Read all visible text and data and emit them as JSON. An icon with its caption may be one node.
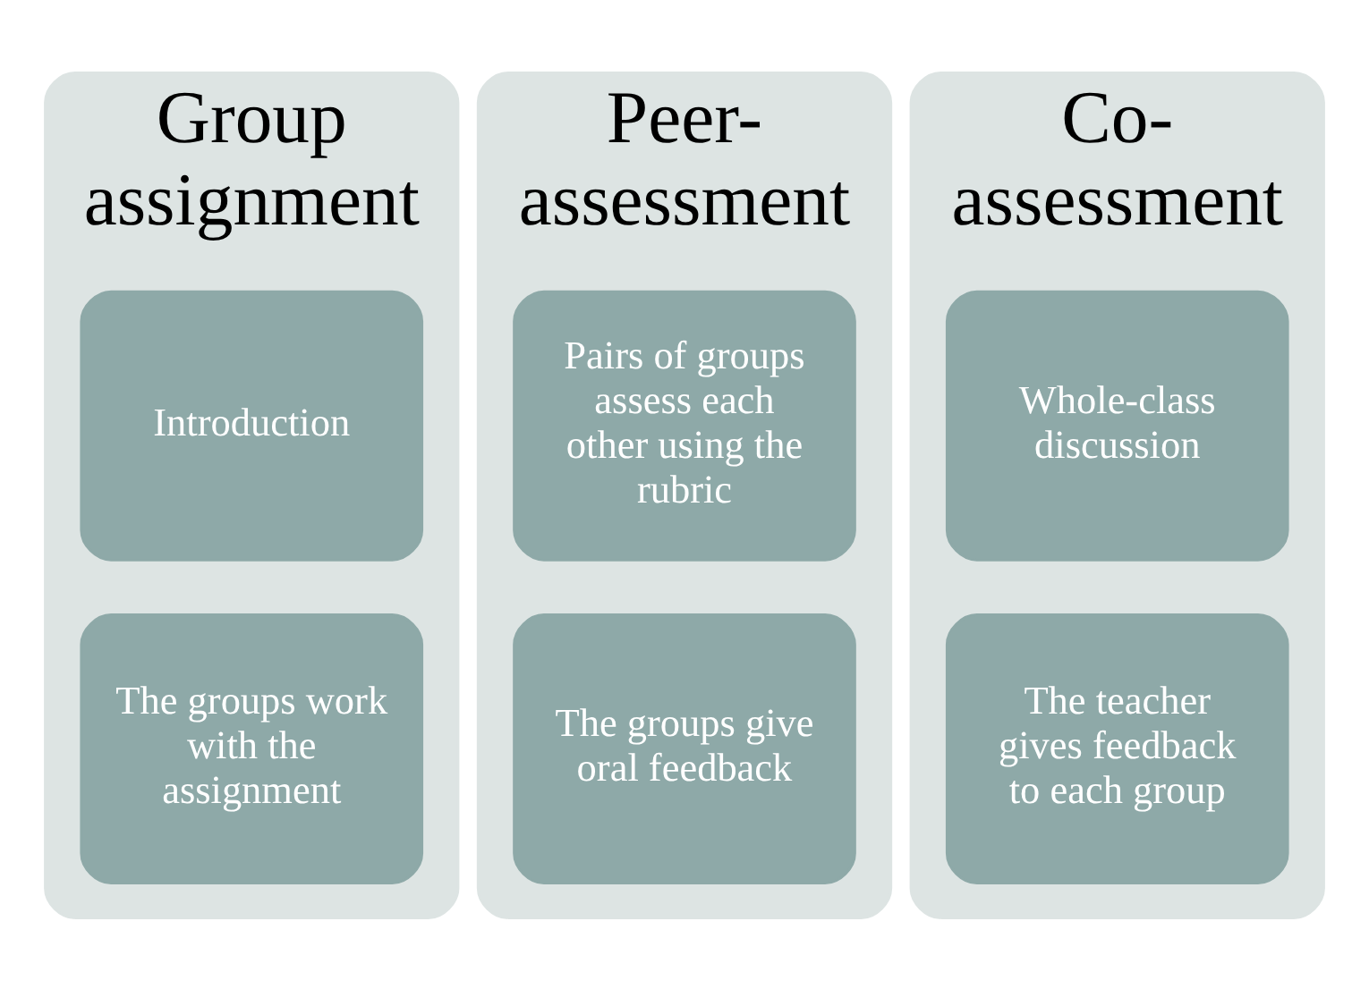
{
  "diagram": {
    "nodes": [
      {
        "text": [
          "Group assignment"
        ]
      },
      {
        "text": [
          "Introduction"
        ],
        "in": 0
      },
      {
        "text": [
          "The groups work with the assignment"
        ],
        "in": 0
      },
      {
        "text": [
          "Peer-assessment"
        ]
      },
      {
        "text": [
          "Pairs of groups assess each other using the rubric"
        ],
        "in": 3
      },
      {
        "text": [
          "The groups give oral feedback"
        ],
        "in": 3
      },
      {
        "text": [
          "Co-assessment"
        ]
      },
      {
        "text": [
          "Whole-class discussion"
        ],
        "in": 6
      },
      {
        "text": [
          "The teacher gives feedback to each group"
        ],
        "in": 6
      }
    ],
    "edges": []
  }
}
